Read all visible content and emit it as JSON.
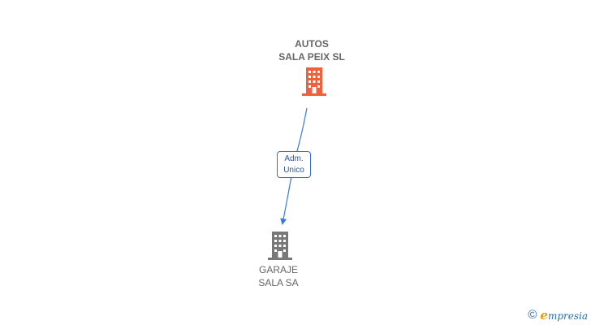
{
  "colors": {
    "source_node": "#f0613a",
    "target_node": "#787878",
    "edge": "#3a7ae0",
    "label_text": "#666666"
  },
  "nodes": {
    "source": {
      "line1": "AUTOS",
      "line2": "SALA PEIX SL",
      "icon": "building-icon"
    },
    "target": {
      "line1": "GARAJE",
      "line2": "SALA SA",
      "icon": "building-icon"
    }
  },
  "edge": {
    "line1": "Adm.",
    "line2": "Unico"
  },
  "watermark": {
    "symbol": "©",
    "brand_initial": "e",
    "brand_rest": "mpresia",
    "icon": "copyright-icon"
  }
}
